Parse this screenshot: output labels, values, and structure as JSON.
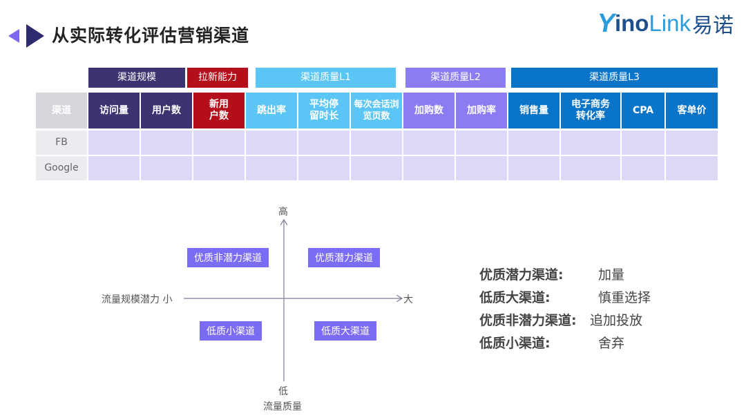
{
  "title": "从实际转化评估营销渠道",
  "logo": {
    "y": "Y",
    "ino": "ino",
    "link": "Link",
    "cn": "易诺"
  },
  "table": {
    "groups": [
      "渠道规模",
      "拉新能力",
      "渠道质量L1",
      "渠道质量L2",
      "渠道质量L3"
    ],
    "headers": [
      "渠道",
      "访问量",
      "用户数",
      "新用\n户数",
      "跳出率",
      "平均停\n留时长",
      "每次会话浏\n览页数",
      "加购数",
      "加购率",
      "销售量",
      "电子商务\n转化率",
      "CPA",
      "客单价"
    ],
    "rows": [
      "FB",
      "Google"
    ]
  },
  "quadrant": {
    "top": "高",
    "bottom_low": "低",
    "y_axis_label": "流量质量",
    "x_axis_label": "流量规模潜力 小",
    "x_axis_big": "大",
    "q_top_left": "优质非潜力渠道",
    "q_top_right": "优质潜力渠道",
    "q_bottom_left": "低质小渠道",
    "q_bottom_right": "低质大渠道"
  },
  "legend": [
    {
      "key": "优质潜力渠道:",
      "value": "加量"
    },
    {
      "key": "低质大渠道:",
      "value": "慎重选择"
    },
    {
      "key": "优质非潜力渠道:",
      "value": "追加投放"
    },
    {
      "key": "低质小渠道:",
      "value": "舍弃"
    }
  ],
  "colors": {
    "purple_dark": "#3b3470",
    "red": "#b40e1a",
    "cyan": "#5bc6f5",
    "lavender": "#8a7cf2",
    "blue": "#0a74c9",
    "accent": "#7b6cf6"
  }
}
